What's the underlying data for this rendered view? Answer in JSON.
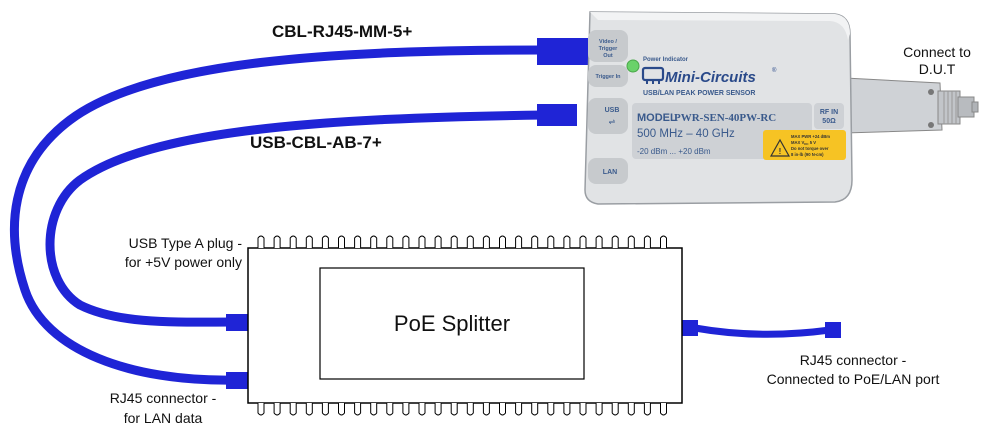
{
  "cables": {
    "top_label": "CBL-RJ45-MM-5+",
    "mid_label": "USB-CBL-AB-7+"
  },
  "sensor": {
    "port_video_trigger": [
      "Video /",
      "Trigger",
      "Out"
    ],
    "port_trigger_in": "Trigger In",
    "port_usb": "USB",
    "port_lan": "LAN",
    "power_indicator": "Power Indicator",
    "brand": "Mini-Circuits",
    "brand_mark": "®",
    "subtitle": "USB/LAN PEAK POWER SENSOR",
    "model_prefix": "MODEL",
    "model": "PWR-SEN-40PW-RC",
    "freq_range": "500 MHz – 40 GHz",
    "power_range": "-20 dBm ... +20 dBm",
    "rf_in": [
      "RF IN",
      "50Ω"
    ],
    "warning": [
      "MAX PWR +24 dBm",
      "MAX V",
      "DC",
      " 5 V",
      "Do not torque over",
      "8 in-lb (90 N-cm)"
    ],
    "colors": {
      "body": "#dfe1e3",
      "panel": "#c9ccd0",
      "text": "#3a5a8c",
      "warning": "#f6c324",
      "brand": "#2a4a8a"
    }
  },
  "dut": {
    "label_line1": "Connect to",
    "label_line2": "D.U.T"
  },
  "splitter": {
    "title": "PoE Splitter",
    "usb_label_line1": "USB Type A plug -",
    "usb_label_line2": "for +5V power only",
    "rj45_label_line1": "RJ45 connector -",
    "rj45_label_line2": "for LAN data",
    "port_label_line1": "RJ45 connector -",
    "port_label_line2": "Connected to PoE/LAN port"
  },
  "colors": {
    "cable": "#1f24d6",
    "outline": "#000000"
  }
}
